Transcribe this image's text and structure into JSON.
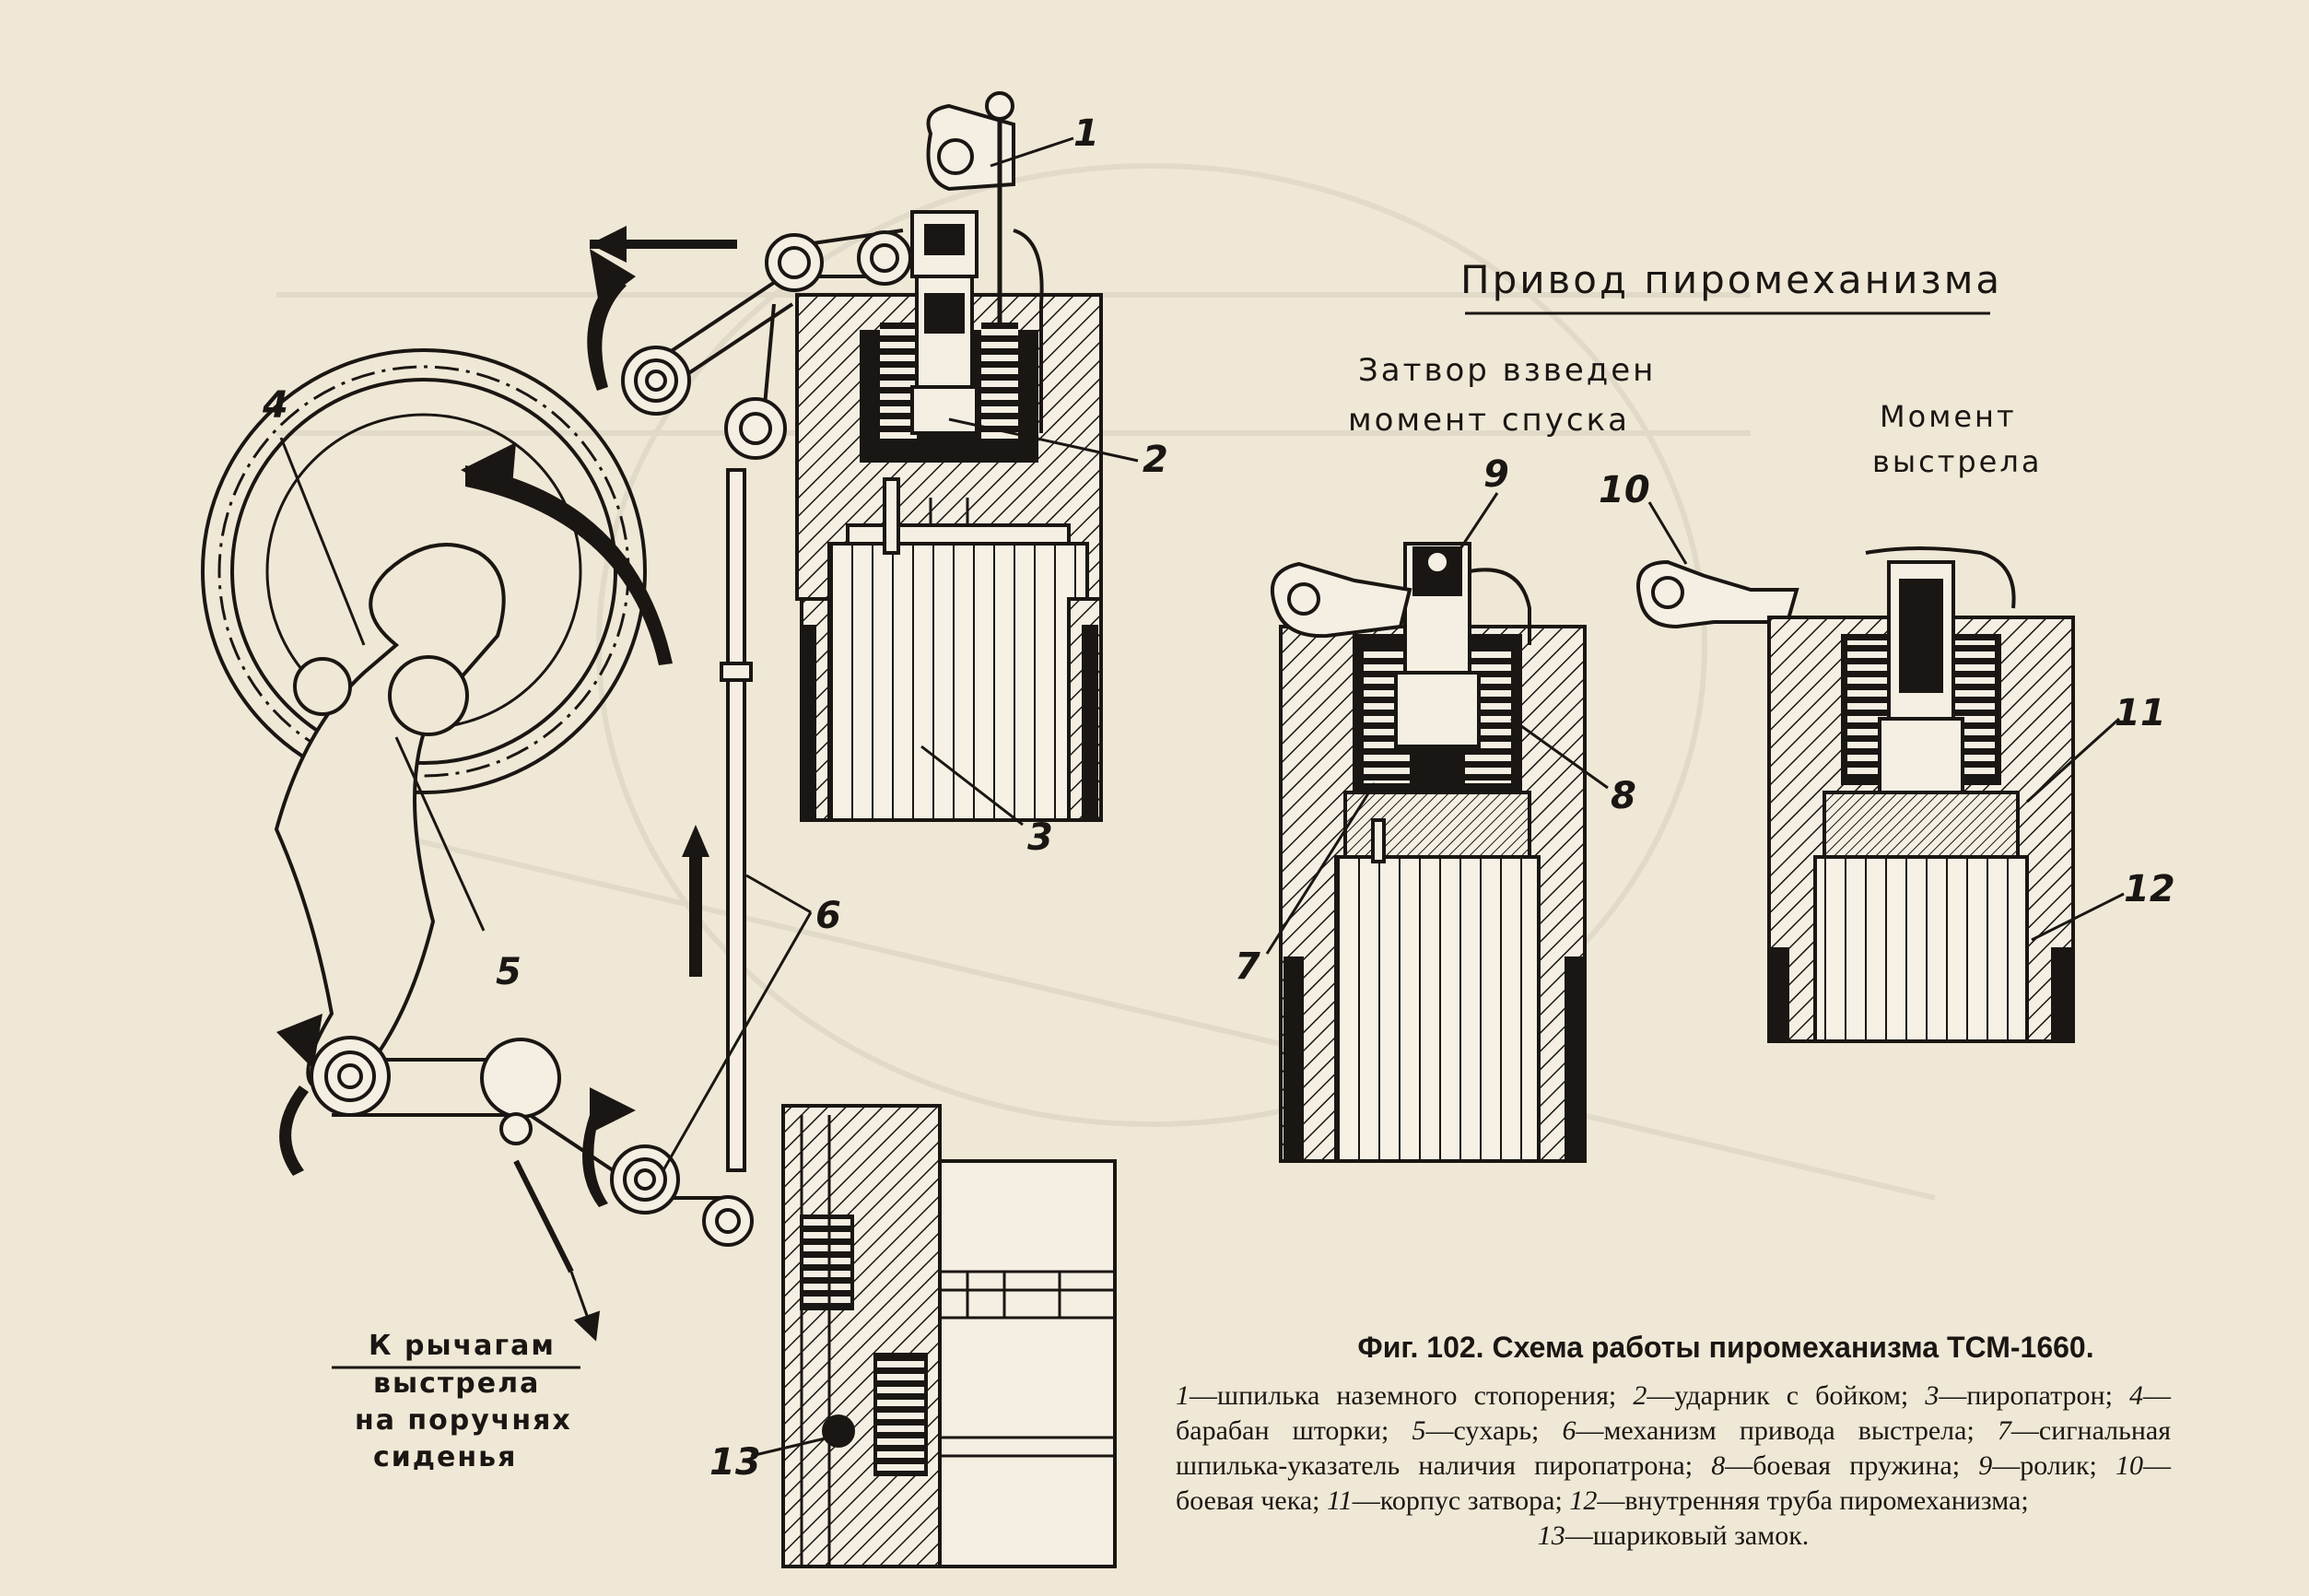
{
  "headings": {
    "title": "Привод пиромеханизма",
    "state_cocked": "Затвор взведен",
    "state_release": "момент спуска",
    "state_shot_1": "Момент",
    "state_shot_2": "выстрела"
  },
  "note": {
    "line1": "К рычагам",
    "line2": "выстрела",
    "line3": "на поручнях",
    "line4": "сиденья"
  },
  "callouts": [
    "1",
    "2",
    "3",
    "4",
    "5",
    "6",
    "7",
    "8",
    "9",
    "10",
    "11",
    "12",
    "13"
  ],
  "caption": {
    "title": "Фиг. 102. Схема работы пиромеханизма ТСМ-1660.",
    "legend": [
      {
        "num": "1",
        "text": "—шпилька наземного стопорения; "
      },
      {
        "num": "2",
        "text": "—ударник с бойком; "
      },
      {
        "num": "3",
        "text": "—пиропатрон; "
      },
      {
        "num": "4",
        "text": "—барабан шторки; "
      },
      {
        "num": "5",
        "text": "—сухарь; "
      },
      {
        "num": "6",
        "text": "—механизм привода выстрела; "
      },
      {
        "num": "7",
        "text": "—сигнальная шпилька-указатель наличия пиропатрона; "
      },
      {
        "num": "8",
        "text": "—боевая пружина; "
      },
      {
        "num": "9",
        "text": "—ролик; "
      },
      {
        "num": "10",
        "text": "—боевая чека; "
      },
      {
        "num": "11",
        "text": "—корпус затвора; "
      },
      {
        "num": "12",
        "text": "—внутренняя труба пиромеханизма; "
      },
      {
        "num": "13",
        "text": "—шариковый замок."
      }
    ]
  },
  "colors": {
    "paper": "#efe8d6",
    "ink": "#1a1613"
  }
}
